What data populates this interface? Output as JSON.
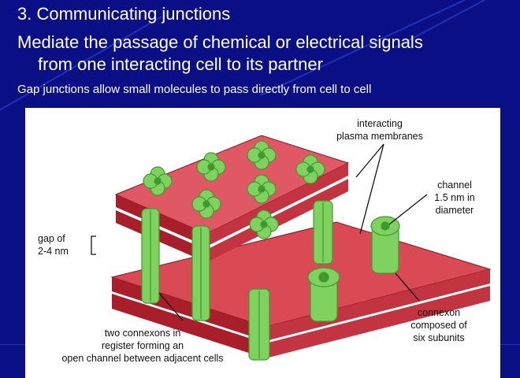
{
  "slide": {
    "title": "3. Communicating junctions",
    "bullet_line1": "Mediate the passage of chemical or electrical signals",
    "bullet_line2": "from one interacting cell to its partner",
    "sub_bullet": "Gap junctions allow small molecules to pass directly from cell to cell"
  },
  "figure": {
    "labels": {
      "membranes": "interacting\nplasma membranes",
      "channel": "channel\n1.5 nm in\ndiameter",
      "gap": "gap of\n2-4 nm",
      "connexon": "connexon\ncomposed of\nsix subunits",
      "two_connexons": "two connexons in\nregister forming an\nopen channel between adjacent cells"
    }
  },
  "colors": {
    "background": "#0b0f86",
    "membrane": "#d94a55",
    "membrane_dark": "#a81e2a",
    "connexon": "#7fd160",
    "connexon_dark": "#3f9a2e"
  }
}
